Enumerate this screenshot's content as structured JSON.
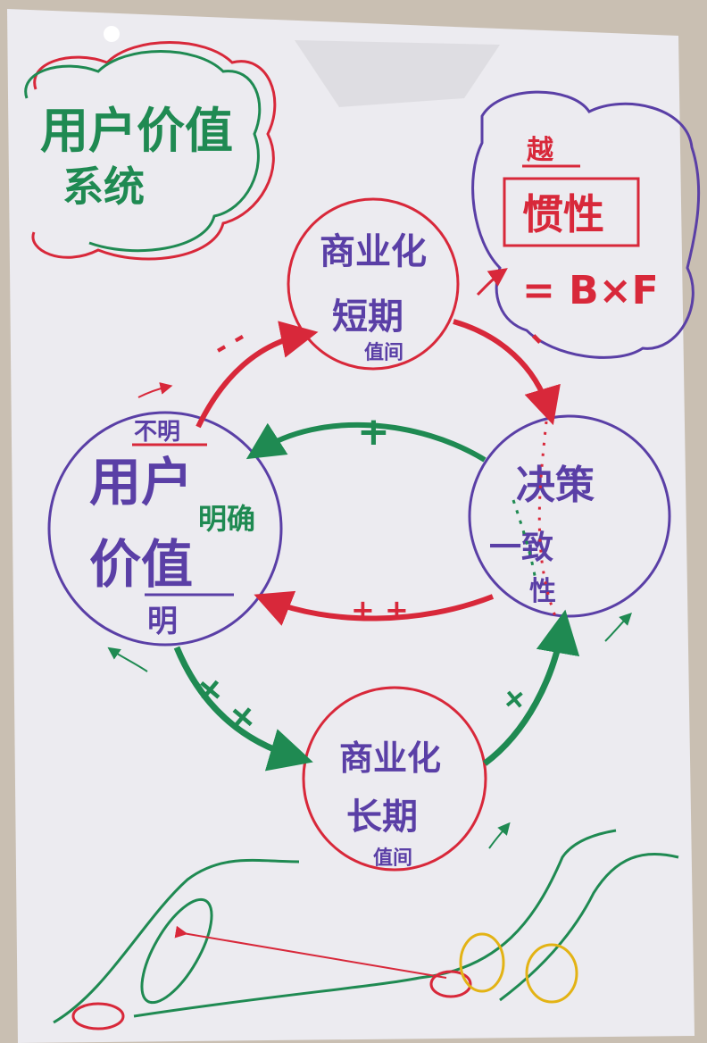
{
  "title": {
    "line1": "用户价值",
    "line2": "系统"
  },
  "colors": {
    "green": "#1f8a52",
    "red": "#d8283a",
    "purple": "#5a3fa6",
    "yellow": "#e3b315",
    "paper": "#ecebf0"
  },
  "nodes": {
    "commercial_short": {
      "line1": "商业化",
      "line2": "短期",
      "sub": "值间"
    },
    "user_value": {
      "top_label": "不明",
      "line1": "用户",
      "line2": "价值",
      "overlay": "明确",
      "bottom_label": "明"
    },
    "decision": {
      "main": "决策",
      "overlay_line1": "一致",
      "overlay_line2": "性"
    },
    "commercial_long": {
      "line1": "商业化",
      "line2": "长期",
      "sub": "值间"
    }
  },
  "side_note": {
    "header": "越",
    "boxed": "惯性",
    "formula": "= B×F"
  },
  "arrow_signs": {
    "top_left": "- -",
    "top_right": "-",
    "middle_green": "+",
    "middle_red": "+ +",
    "lower_left": "+ +",
    "lower_right": "+"
  }
}
